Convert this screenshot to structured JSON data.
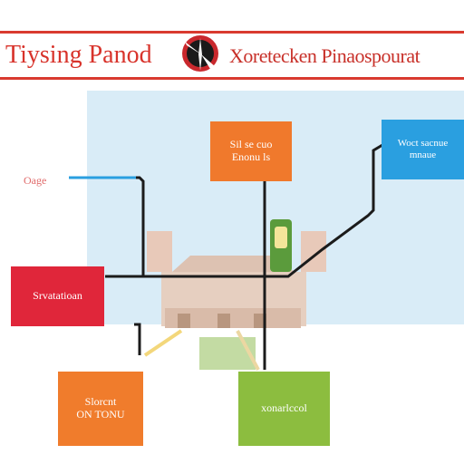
{
  "header": {
    "title_left": "Tiysing Panod",
    "title_right": "Xoretecken Pinaospourat"
  },
  "nodes": {
    "orange_top": "Sil se cuo\nEnonu ls",
    "blue_right": "Woct sacnue\nmnaue",
    "red_left": "Srvatatioan",
    "orange_bottom": "Slorcnt\nON TONU",
    "green_bottom": "xonarlccol"
  },
  "side_label": "Oage",
  "colors": {
    "accent_red": "#d93a2f",
    "node_orange": "#f0792c",
    "node_blue": "#2a9fe0",
    "node_red": "#e0263a",
    "node_green": "#8cbd3f",
    "map_bg": "#d9ecf7"
  }
}
